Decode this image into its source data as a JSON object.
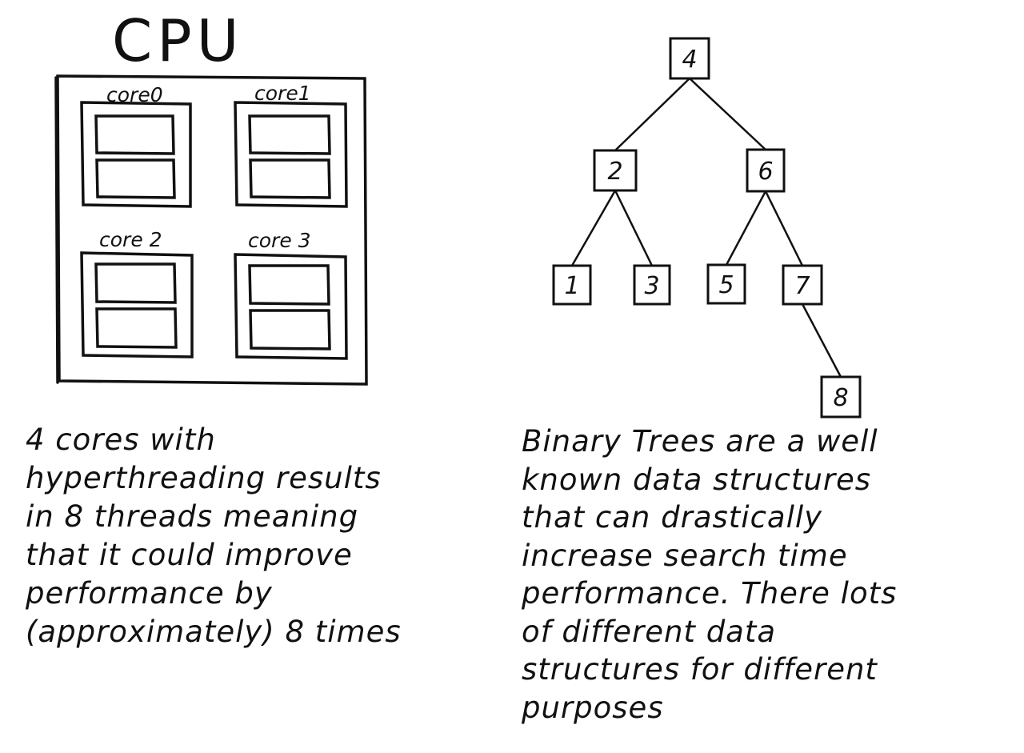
{
  "cpu": {
    "title": "CPU",
    "cores": [
      {
        "label": "core0"
      },
      {
        "label": "core1"
      },
      {
        "label": "core 2"
      },
      {
        "label": "core 3"
      }
    ],
    "description_lines": [
      "4 cores with",
      "hyperthreading results",
      "in 8 threads meaning",
      "that it could improve",
      "performance by",
      "(approximately) 8 times"
    ]
  },
  "tree": {
    "nodes": [
      {
        "id": "n4",
        "label": "4"
      },
      {
        "id": "n2",
        "label": "2"
      },
      {
        "id": "n6",
        "label": "6"
      },
      {
        "id": "n1",
        "label": "1"
      },
      {
        "id": "n3",
        "label": "3"
      },
      {
        "id": "n5",
        "label": "5"
      },
      {
        "id": "n7",
        "label": "7"
      },
      {
        "id": "n8",
        "label": "8"
      }
    ],
    "edges": [
      [
        "n4",
        "n2"
      ],
      [
        "n4",
        "n6"
      ],
      [
        "n2",
        "n1"
      ],
      [
        "n2",
        "n3"
      ],
      [
        "n6",
        "n5"
      ],
      [
        "n6",
        "n7"
      ],
      [
        "n7",
        "n8"
      ]
    ],
    "description_lines": [
      "Binary Trees are a well",
      "known data structures",
      "that can drastically",
      "increase search time",
      "performance. There lots",
      "of different data",
      "structures for different",
      "purposes"
    ]
  }
}
